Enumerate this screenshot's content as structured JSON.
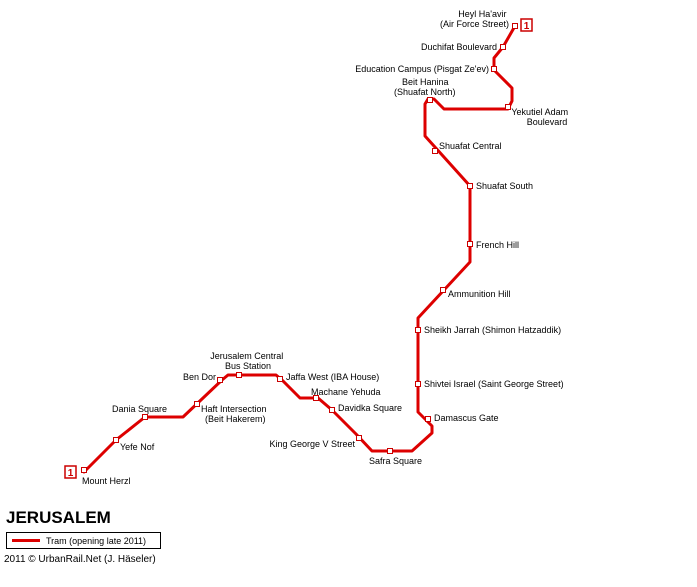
{
  "title": "JERUSALEM",
  "line": {
    "number": "1",
    "color": "#dd0000"
  },
  "legend": {
    "label": "Tram  (opening late 2011)"
  },
  "credit": "2011 © UrbanRail.Net (J. Häseler)",
  "stations": [
    {
      "id": "heyl-haavir",
      "lines": [
        "Heyl Ha'avir",
        "(Air Force Street)"
      ]
    },
    {
      "id": "duchifat-boulevard",
      "lines": [
        "Duchifat Boulevard"
      ]
    },
    {
      "id": "education-campus",
      "lines": [
        "Education Campus (Pisgat Ze'ev)"
      ]
    },
    {
      "id": "yekutiel-adam",
      "lines": [
        "Yekutiel Adam",
        "Boulevard"
      ]
    },
    {
      "id": "beit-hanina",
      "lines": [
        "Beit Hanina",
        "(Shuafat North)"
      ]
    },
    {
      "id": "shuafat-central",
      "lines": [
        "Shuafat Central"
      ]
    },
    {
      "id": "shuafat-south",
      "lines": [
        "Shuafat South"
      ]
    },
    {
      "id": "french-hill",
      "lines": [
        "French Hill"
      ]
    },
    {
      "id": "ammunition-hill",
      "lines": [
        "Ammunition Hill"
      ]
    },
    {
      "id": "sheikh-jarrah",
      "lines": [
        "Sheikh Jarrah (Shimon Hatzaddik)"
      ]
    },
    {
      "id": "shivtei-israel",
      "lines": [
        "Shivtei Israel (Saint George Street)"
      ]
    },
    {
      "id": "damascus-gate",
      "lines": [
        "Damascus Gate"
      ]
    },
    {
      "id": "safra-square",
      "lines": [
        "Safra Square"
      ]
    },
    {
      "id": "king-george",
      "lines": [
        "King George V Street"
      ]
    },
    {
      "id": "davidka-square",
      "lines": [
        "Davidka Square"
      ]
    },
    {
      "id": "machane-yehuda",
      "lines": [
        "Machane Yehuda"
      ]
    },
    {
      "id": "jaffa-west",
      "lines": [
        "Jaffa West (IBA House)"
      ]
    },
    {
      "id": "central-bus-station",
      "lines": [
        "Jerusalem Central",
        "Bus Station"
      ]
    },
    {
      "id": "ben-dor",
      "lines": [
        "Ben Dor"
      ]
    },
    {
      "id": "haft-intersection",
      "lines": [
        "Haft Intersection",
        "(Beit Hakerem)"
      ]
    },
    {
      "id": "dania-square",
      "lines": [
        "Dania Square"
      ]
    },
    {
      "id": "yefe-nof",
      "lines": [
        "Yefe Nof"
      ]
    },
    {
      "id": "mount-herzl",
      "lines": [
        "Mount Herzl"
      ]
    }
  ]
}
